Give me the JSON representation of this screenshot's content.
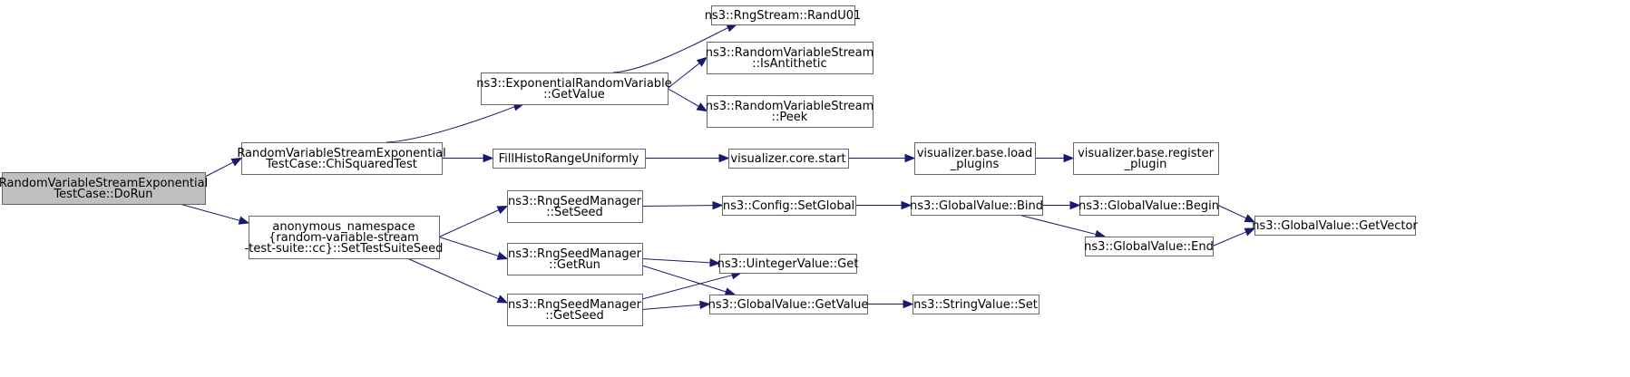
{
  "graph": {
    "nodes": [
      {
        "id": "dorun",
        "lines": [
          "RandomVariableStreamExponential",
          "TestCase::DoRun"
        ],
        "root": true
      },
      {
        "id": "chisq",
        "lines": [
          "RandomVariableStreamExponential",
          "TestCase::ChiSquaredTest"
        ]
      },
      {
        "id": "anon",
        "lines": [
          "anonymous_namespace",
          "{random-variable-stream",
          "-test-suite::cc}::SetTestSuiteSeed"
        ]
      },
      {
        "id": "expget",
        "lines": [
          "ns3::ExponentialRandomVariable",
          "::GetValue"
        ]
      },
      {
        "id": "fillhisto",
        "lines": [
          "FillHistoRangeUniformly"
        ]
      },
      {
        "id": "rngsetseed",
        "lines": [
          "ns3::RngSeedManager",
          "::SetSeed"
        ]
      },
      {
        "id": "rnggetrun",
        "lines": [
          "ns3::RngSeedManager",
          "::GetRun"
        ]
      },
      {
        "id": "rnggetseed",
        "lines": [
          "ns3::RngSeedManager",
          "::GetSeed"
        ]
      },
      {
        "id": "randu01",
        "lines": [
          "ns3::RngStream::RandU01"
        ]
      },
      {
        "id": "isanti",
        "lines": [
          "ns3::RandomVariableStream",
          "::IsAntithetic"
        ]
      },
      {
        "id": "peek",
        "lines": [
          "ns3::RandomVariableStream",
          "::Peek"
        ]
      },
      {
        "id": "vizstart",
        "lines": [
          "visualizer.core.start"
        ]
      },
      {
        "id": "setglobal",
        "lines": [
          "ns3::Config::SetGlobal"
        ]
      },
      {
        "id": "uintget",
        "lines": [
          "ns3::UintegerValue::Get"
        ]
      },
      {
        "id": "gvgetvalue",
        "lines": [
          "ns3::GlobalValue::GetValue"
        ]
      },
      {
        "id": "loadplugins",
        "lines": [
          "visualizer.base.load",
          "_plugins"
        ]
      },
      {
        "id": "gvbind",
        "lines": [
          "ns3::GlobalValue::Bind"
        ]
      },
      {
        "id": "strset",
        "lines": [
          "ns3::StringValue::Set"
        ]
      },
      {
        "id": "regplugin",
        "lines": [
          "visualizer.base.register",
          "_plugin"
        ]
      },
      {
        "id": "gvbegin",
        "lines": [
          "ns3::GlobalValue::Begin"
        ]
      },
      {
        "id": "gvend",
        "lines": [
          "ns3::GlobalValue::End"
        ]
      },
      {
        "id": "gvgetvector",
        "lines": [
          "ns3::GlobalValue::GetVector"
        ]
      }
    ],
    "edges": [
      {
        "from": "dorun",
        "to": "chisq"
      },
      {
        "from": "dorun",
        "to": "anon"
      },
      {
        "from": "chisq",
        "to": "expget"
      },
      {
        "from": "chisq",
        "to": "fillhisto"
      },
      {
        "from": "expget",
        "to": "randu01"
      },
      {
        "from": "expget",
        "to": "isanti"
      },
      {
        "from": "expget",
        "to": "peek"
      },
      {
        "from": "fillhisto",
        "to": "vizstart"
      },
      {
        "from": "vizstart",
        "to": "loadplugins"
      },
      {
        "from": "loadplugins",
        "to": "regplugin"
      },
      {
        "from": "anon",
        "to": "rngsetseed"
      },
      {
        "from": "anon",
        "to": "rnggetrun"
      },
      {
        "from": "anon",
        "to": "rnggetseed"
      },
      {
        "from": "rngsetseed",
        "to": "setglobal"
      },
      {
        "from": "setglobal",
        "to": "gvbind"
      },
      {
        "from": "gvbind",
        "to": "gvbegin"
      },
      {
        "from": "gvbind",
        "to": "gvend"
      },
      {
        "from": "gvbegin",
        "to": "gvgetvector"
      },
      {
        "from": "gvend",
        "to": "gvgetvector"
      },
      {
        "from": "rnggetrun",
        "to": "uintget"
      },
      {
        "from": "rnggetrun",
        "to": "gvgetvalue"
      },
      {
        "from": "rnggetseed",
        "to": "uintget"
      },
      {
        "from": "rnggetseed",
        "to": "gvgetvalue"
      },
      {
        "from": "gvgetvalue",
        "to": "strset"
      }
    ]
  }
}
